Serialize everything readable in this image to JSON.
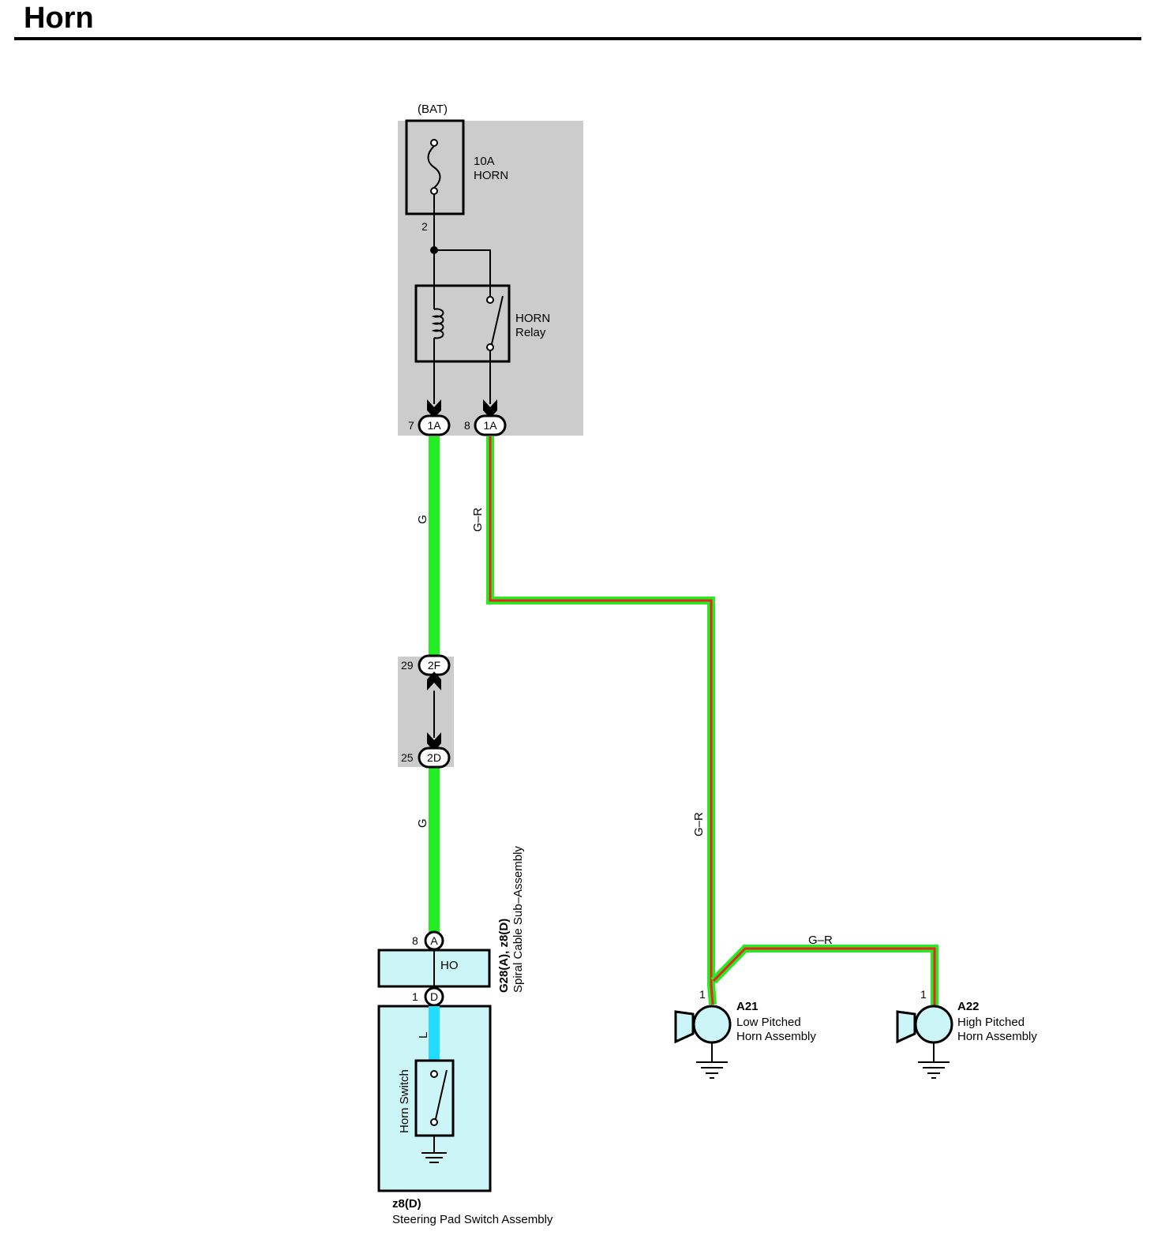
{
  "title": "Horn",
  "power_source": "(BAT)",
  "fuse": {
    "rating": "10A",
    "name": "HORN",
    "pin": "2"
  },
  "relay": {
    "line1": "HORN",
    "line2": "Relay"
  },
  "connectors": {
    "relay_coil_out": {
      "pin": "7",
      "code": "1A"
    },
    "relay_switch_out": {
      "pin": "8",
      "code": "1A"
    },
    "junction_upper": {
      "pin": "29",
      "code": "2F"
    },
    "junction_lower": {
      "pin": "25",
      "code": "2D"
    },
    "spiral_a": {
      "pin": "8",
      "code": "A"
    },
    "spiral_d": {
      "pin": "1",
      "code": "D"
    }
  },
  "wires": {
    "relay_to_junction": "G",
    "junction_to_spiral": "G",
    "relay_to_horns_upper": "G–R",
    "relay_to_horns_lower": "G–R",
    "horn_link": "G–R",
    "steering_internal": "L"
  },
  "spiral_cable": {
    "terminal": "HO",
    "id": "G28(A), z8(D)",
    "name": "Spiral Cable Sub–Assembly"
  },
  "steering_pad": {
    "switch_label": "Horn Switch",
    "id": "z8(D)",
    "name": "Steering Pad Switch Assembly"
  },
  "horns": [
    {
      "pin": "1",
      "id": "A21",
      "line1": "Low Pitched",
      "line2": "Horn Assembly"
    },
    {
      "pin": "1",
      "id": "A22",
      "line1": "High Pitched",
      "line2": "Horn Assembly"
    }
  ],
  "colors": {
    "green_wire": "#22ee22",
    "red_stripe": "#ee2222",
    "blue_wire": "#22ddff",
    "component_fill": "#ccf5f8",
    "housing_fill": "#cccccc"
  }
}
